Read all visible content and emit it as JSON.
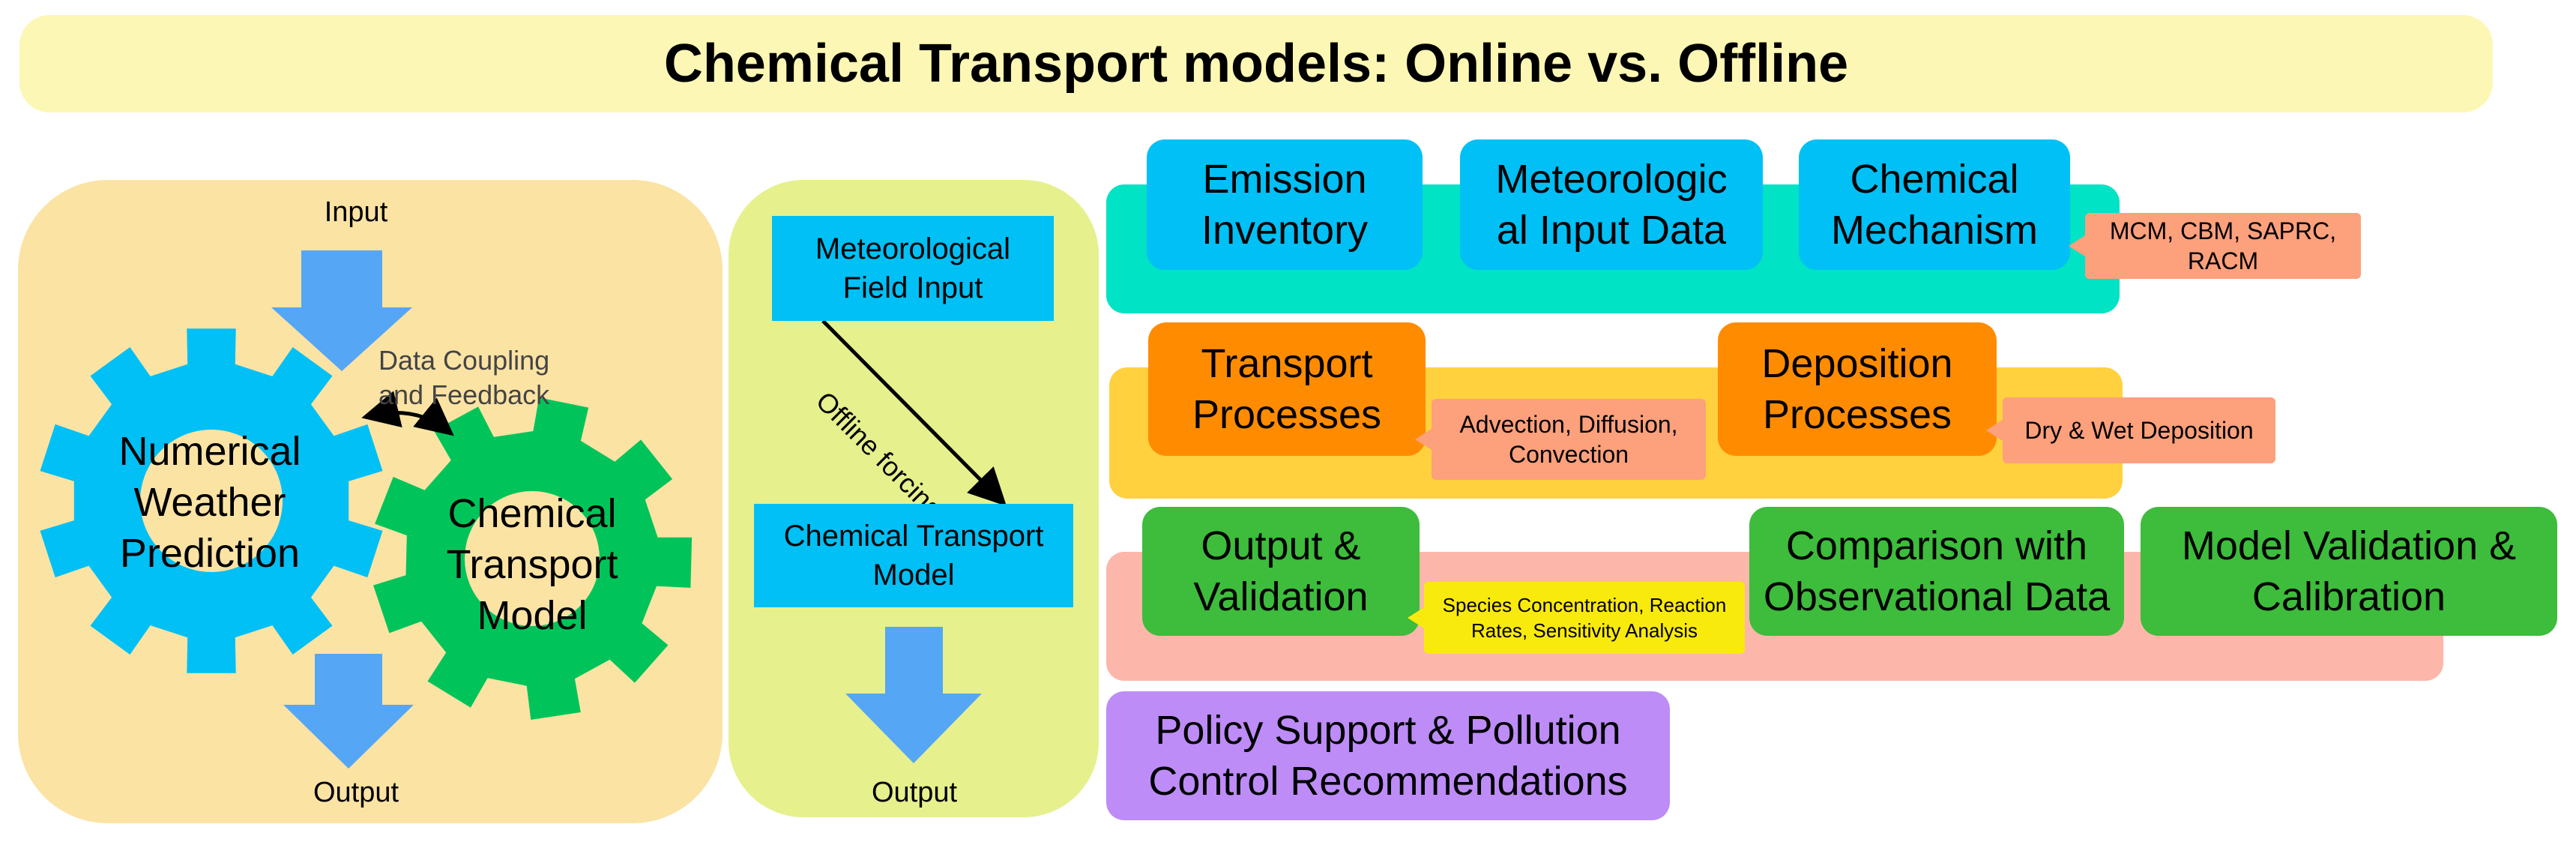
{
  "title": "Chemical Transport models: Online vs. Offline",
  "online": {
    "input_label": "Input",
    "output_label": "Output",
    "coupling_label_1": "Data Coupling",
    "coupling_label_2": "and Feedback",
    "gear_nwp": [
      "Numerical",
      "Weather",
      "Prediction"
    ],
    "gear_ctm": [
      "Chemical",
      "Transport",
      "Model"
    ]
  },
  "offline": {
    "met_field": [
      "Meteorological",
      "Field Input"
    ],
    "forcing_label": "Offline forcing",
    "ctm_box": [
      "Chemical Transport",
      "Model"
    ],
    "output_label": "Output"
  },
  "row1": {
    "emission": [
      "Emission",
      "Inventory"
    ],
    "met_input": [
      "Meteorologic",
      "al Input Data"
    ],
    "chem_mech": [
      "Chemical",
      "Mechanism"
    ],
    "chem_mech_note": "MCM, CBM, SAPRC, RACM"
  },
  "row2": {
    "transport": [
      "Transport",
      "Processes"
    ],
    "transport_note": [
      "Advection, Diffusion,",
      "Convection"
    ],
    "deposition": [
      "Deposition",
      "Processes"
    ],
    "deposition_note": "Dry & Wet Deposition"
  },
  "row3": {
    "output_validation": [
      "Output &",
      "Validation"
    ],
    "output_note": [
      "Species Concentration, Reaction",
      "Rates, Sensitivity Analysis"
    ],
    "comparison": [
      "Comparison with",
      "Observational Data"
    ],
    "model_validation": [
      "Model Validation &",
      "Calibration"
    ]
  },
  "row4": {
    "policy": [
      "Policy Support & Pollution",
      "Control Recommendations"
    ]
  },
  "colors": {
    "title_bg": "#fcf7b4",
    "online_bg": "#fbe3a4",
    "offline_bg": "#e6f08d",
    "gear_blue": "#00c0f5",
    "gear_green": "#00c45a",
    "arrow_blue": "#55a6f5",
    "teal": "#00e3c4",
    "amber": "#ffd13e",
    "pink": "#fdb6aa",
    "orange": "#ff8c00",
    "green": "#3ebc3c",
    "purple": "#bd8cf7",
    "salmon": "#fda07c",
    "yellow": "#f9ea0d"
  }
}
